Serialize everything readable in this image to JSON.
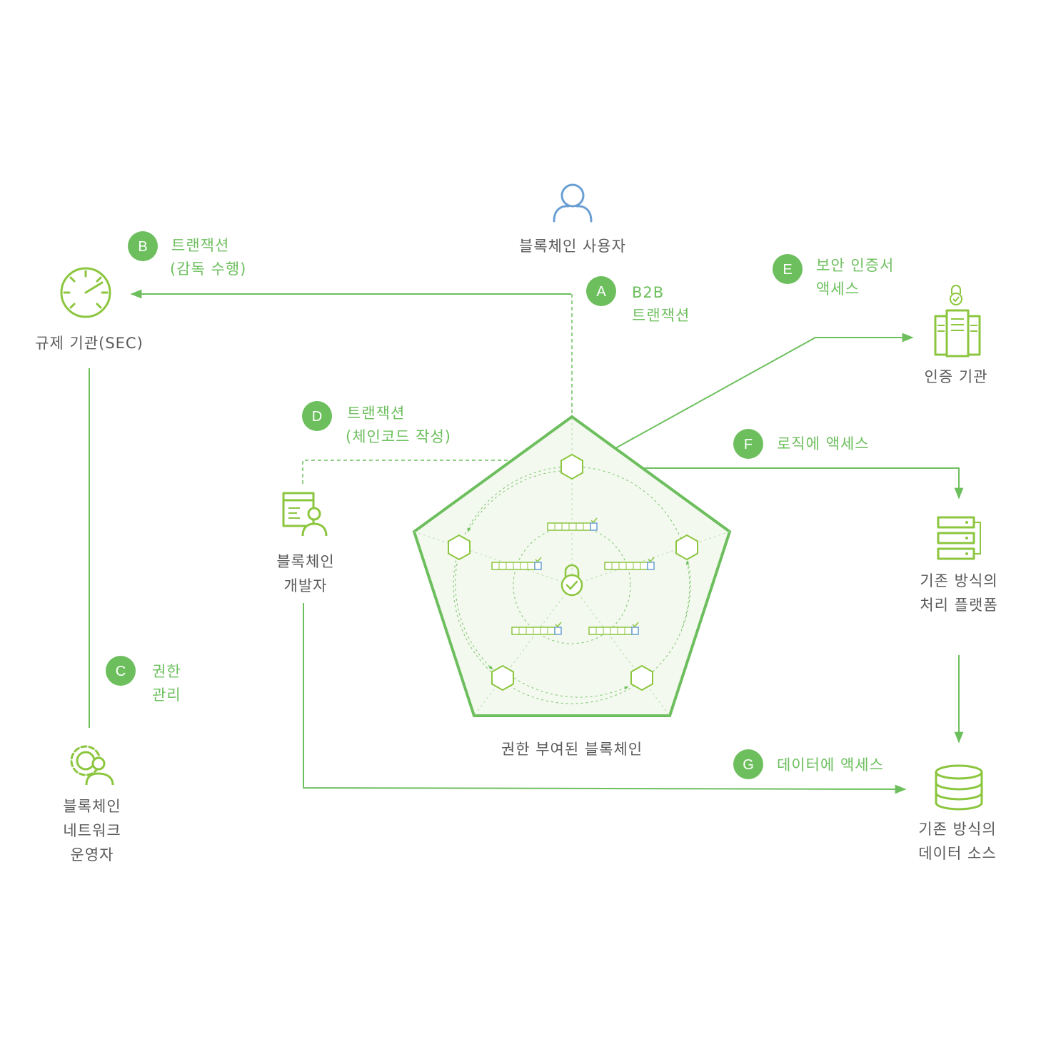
{
  "nodes": {
    "user": "블록체인 사용자",
    "regulator": "규제 기관(SEC)",
    "cert_authority": "인증 기관",
    "developer": [
      "블록체인",
      "개발자"
    ],
    "legacy_platform": [
      "기존 방식의",
      "처리 플랫폼"
    ],
    "network_operator": [
      "블록체인",
      "네트워크",
      "운영자"
    ],
    "legacy_data": [
      "기존 방식의",
      "데이터 소스"
    ],
    "blockchain": "권한 부여된 블록체인"
  },
  "steps": {
    "A": {
      "letter": "A",
      "lines": [
        "B2B",
        "트랜잭션"
      ]
    },
    "B": {
      "letter": "B",
      "lines": [
        "트랜잭션",
        "(감독 수행)"
      ]
    },
    "C": {
      "letter": "C",
      "lines": [
        "권한",
        "관리"
      ]
    },
    "D": {
      "letter": "D",
      "lines": [
        "트랜잭션",
        "(체인코드 작성)"
      ]
    },
    "E": {
      "letter": "E",
      "lines": [
        "보안 인증서",
        "액세스"
      ]
    },
    "F": {
      "letter": "F",
      "lines": [
        "로직에 액세스"
      ]
    },
    "G": {
      "letter": "G",
      "lines": [
        "데이터에 액세스"
      ]
    }
  },
  "colors": {
    "accent_green": "#6dbf5e",
    "icon_green": "#8cc63f",
    "user_blue": "#6a9fd4",
    "text_gray": "#5a5a5a",
    "pentagon_fill": "#f3f9ee"
  },
  "icons": [
    "user-icon",
    "gauge-icon",
    "lock-server-icon",
    "developer-icon",
    "server-rack-icon",
    "gear-user-icon",
    "database-icon",
    "lock-check-icon"
  ]
}
